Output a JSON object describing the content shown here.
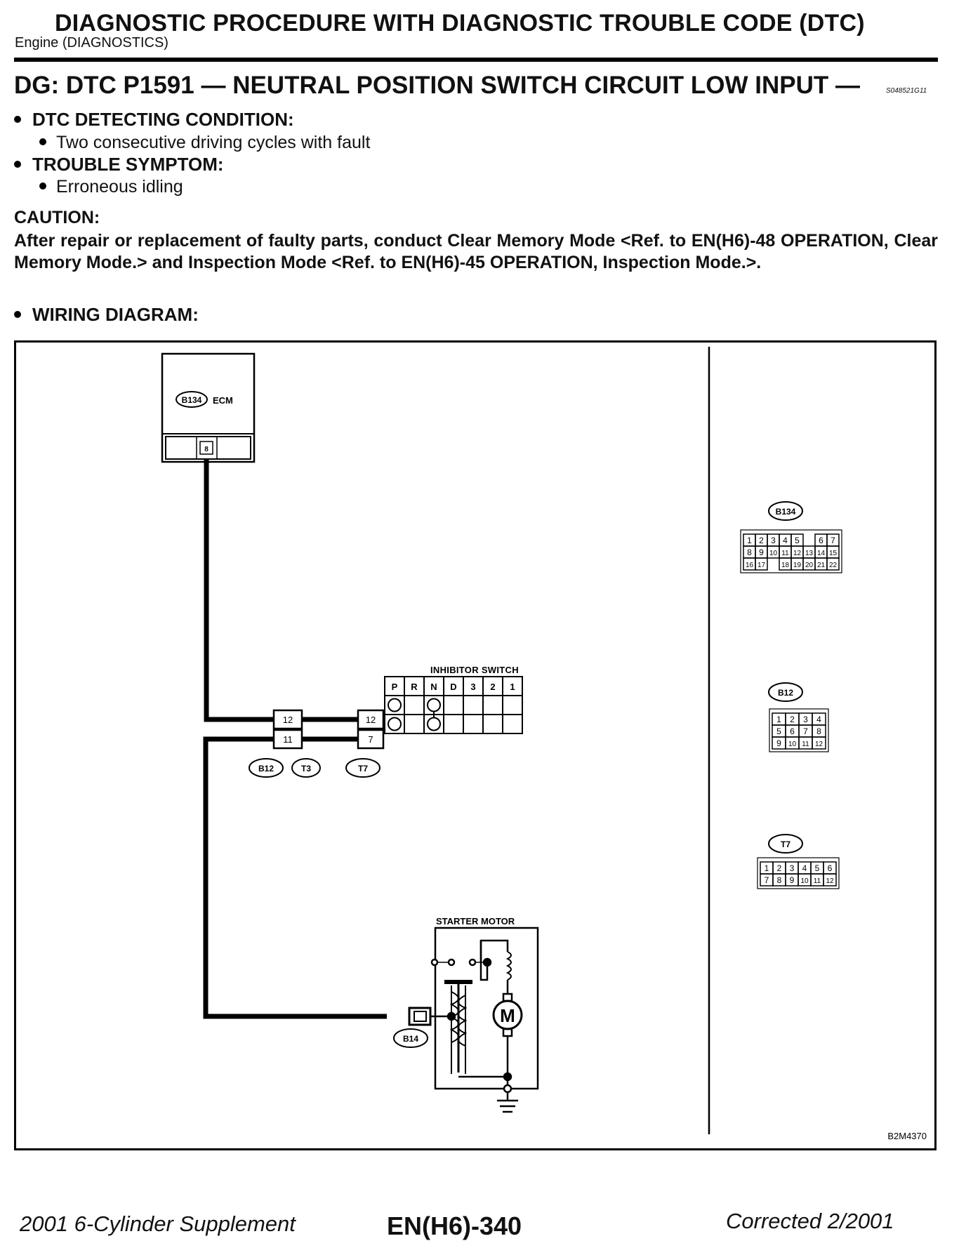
{
  "header": {
    "title": "DIAGNOSTIC PROCEDURE WITH DIAGNOSTIC TROUBLE CODE (DTC)",
    "subtitle": "Engine (DIAGNOSTICS)"
  },
  "section": {
    "title": "DG:  DTC P1591 — NEUTRAL POSITION SWITCH CIRCUIT LOW INPUT —",
    "code": "S048521G11"
  },
  "dtc_condition": {
    "heading": "DTC DETECTING CONDITION:",
    "items": [
      "Two consecutive driving cycles with fault"
    ]
  },
  "trouble_symptom": {
    "heading": "TROUBLE SYMPTOM:",
    "items": [
      "Erroneous idling"
    ]
  },
  "caution": {
    "heading": "CAUTION:",
    "body": "After repair or replacement of faulty parts, conduct Clear Memory Mode <Ref. to EN(H6)-48 OPERATION, Clear Memory Mode.> and Inspection Mode <Ref. to EN(H6)-45 OPERATION, Inspection Mode.>."
  },
  "wiring": {
    "heading": "WIRING DIAGRAM:",
    "ecm": {
      "connector": "B134",
      "label": "ECM",
      "pin": "8"
    },
    "inhibitor_switch": {
      "label": "INHIBITOR SWITCH",
      "positions": [
        "P",
        "R",
        "N",
        "D",
        "3",
        "2",
        "1"
      ]
    },
    "joint_connectors": {
      "b12_pins": [
        "12",
        "11"
      ],
      "t7_pins": [
        "12",
        "7"
      ],
      "labels": [
        "B12",
        "T3",
        "T7"
      ]
    },
    "starter_motor": {
      "label": "STARTER MOTOR",
      "connector": "B14",
      "motor_symbol": "M"
    },
    "connector_views": {
      "b134": {
        "name": "B134",
        "rows": [
          [
            "1",
            "2",
            "3",
            "4",
            "5",
            "",
            "6",
            "7"
          ],
          [
            "8",
            "9",
            "10",
            "11",
            "12",
            "13",
            "14",
            "15"
          ],
          [
            "16",
            "17",
            "",
            "18",
            "19",
            "20",
            "21",
            "22"
          ]
        ]
      },
      "b12": {
        "name": "B12",
        "rows": [
          [
            "1",
            "2",
            "3",
            "4"
          ],
          [
            "5",
            "6",
            "7",
            "8"
          ],
          [
            "9",
            "10",
            "11",
            "12"
          ]
        ]
      },
      "t7": {
        "name": "T7",
        "rows": [
          [
            "1",
            "2",
            "3",
            "4",
            "5",
            "6"
          ],
          [
            "7",
            "8",
            "9",
            "10",
            "11",
            "12"
          ]
        ]
      }
    },
    "figure_id": "B2M4370"
  },
  "footer": {
    "left": "2001 6-Cylinder Supplement",
    "center": "EN(H6)-340",
    "right": "Corrected  2/2001"
  }
}
